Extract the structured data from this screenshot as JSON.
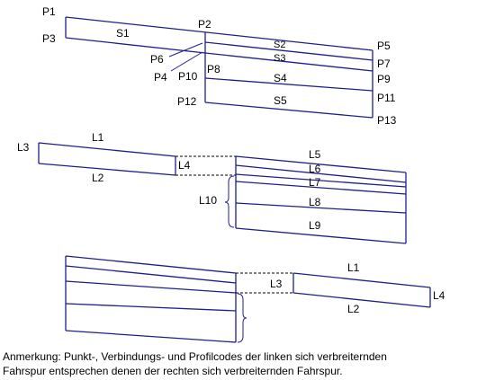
{
  "colors": {
    "line": "#1e1e8c",
    "dashed": "#000000",
    "text": "#000000"
  },
  "diagram1": {
    "points": {
      "p1": "P1",
      "p2": "P2",
      "p3": "P3",
      "p4": "P4",
      "p5": "P5",
      "p6": "P6",
      "p7": "P7",
      "p8": "P8",
      "p9": "P9",
      "p10": "P10",
      "p11": "P11",
      "p12": "P12",
      "p13": "P13"
    },
    "segments": {
      "s1": "S1",
      "s2": "S2",
      "s3": "S3",
      "s4": "S4",
      "s5": "S5"
    }
  },
  "diagram2": {
    "l1": "L1",
    "l2": "L2",
    "l3": "L3",
    "l4": "L4",
    "l5": "L5",
    "l6": "L6",
    "l7": "L7",
    "l8": "L8",
    "l9": "L9",
    "l10": "L10"
  },
  "diagram3": {
    "l1": "L1",
    "l2": "L2",
    "l3": "L3",
    "l4": "L4"
  },
  "note": {
    "line1": "Anmerkung: Punkt-, Verbindungs- und Profilcodes der linken sich verbreiternden",
    "line2": "Fahrspur entsprechen denen der rechten sich verbreiternden Fahrspur."
  }
}
